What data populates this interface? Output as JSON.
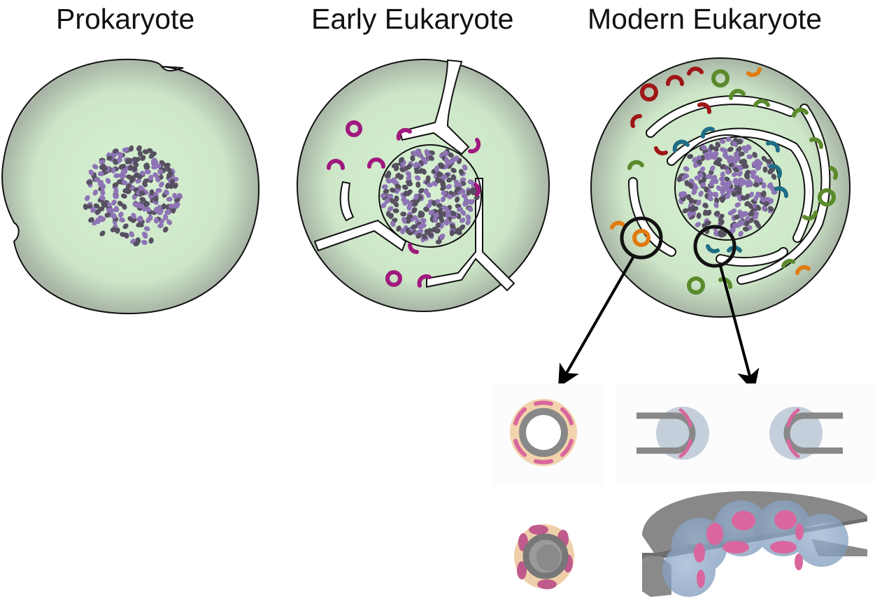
{
  "titles": {
    "prokaryote": "Prokaryote",
    "early": "Early Eukaryote",
    "modern": "Modern Eukaryote"
  },
  "colors": {
    "cytoplasm": "#cfe8cc",
    "membrane": "#111111",
    "dna_purple": "#8e74b5",
    "dna_dark": "#565060",
    "pore_magenta": "#a0197e",
    "red": "#a01616",
    "green": "#5b8a2b",
    "teal": "#1f6e86",
    "orange": "#e07b10",
    "pink": "#d9679e",
    "envelope_gray": "#888888",
    "blue_sphere": "#b4c6d8",
    "peach": "#f2d3ad"
  }
}
